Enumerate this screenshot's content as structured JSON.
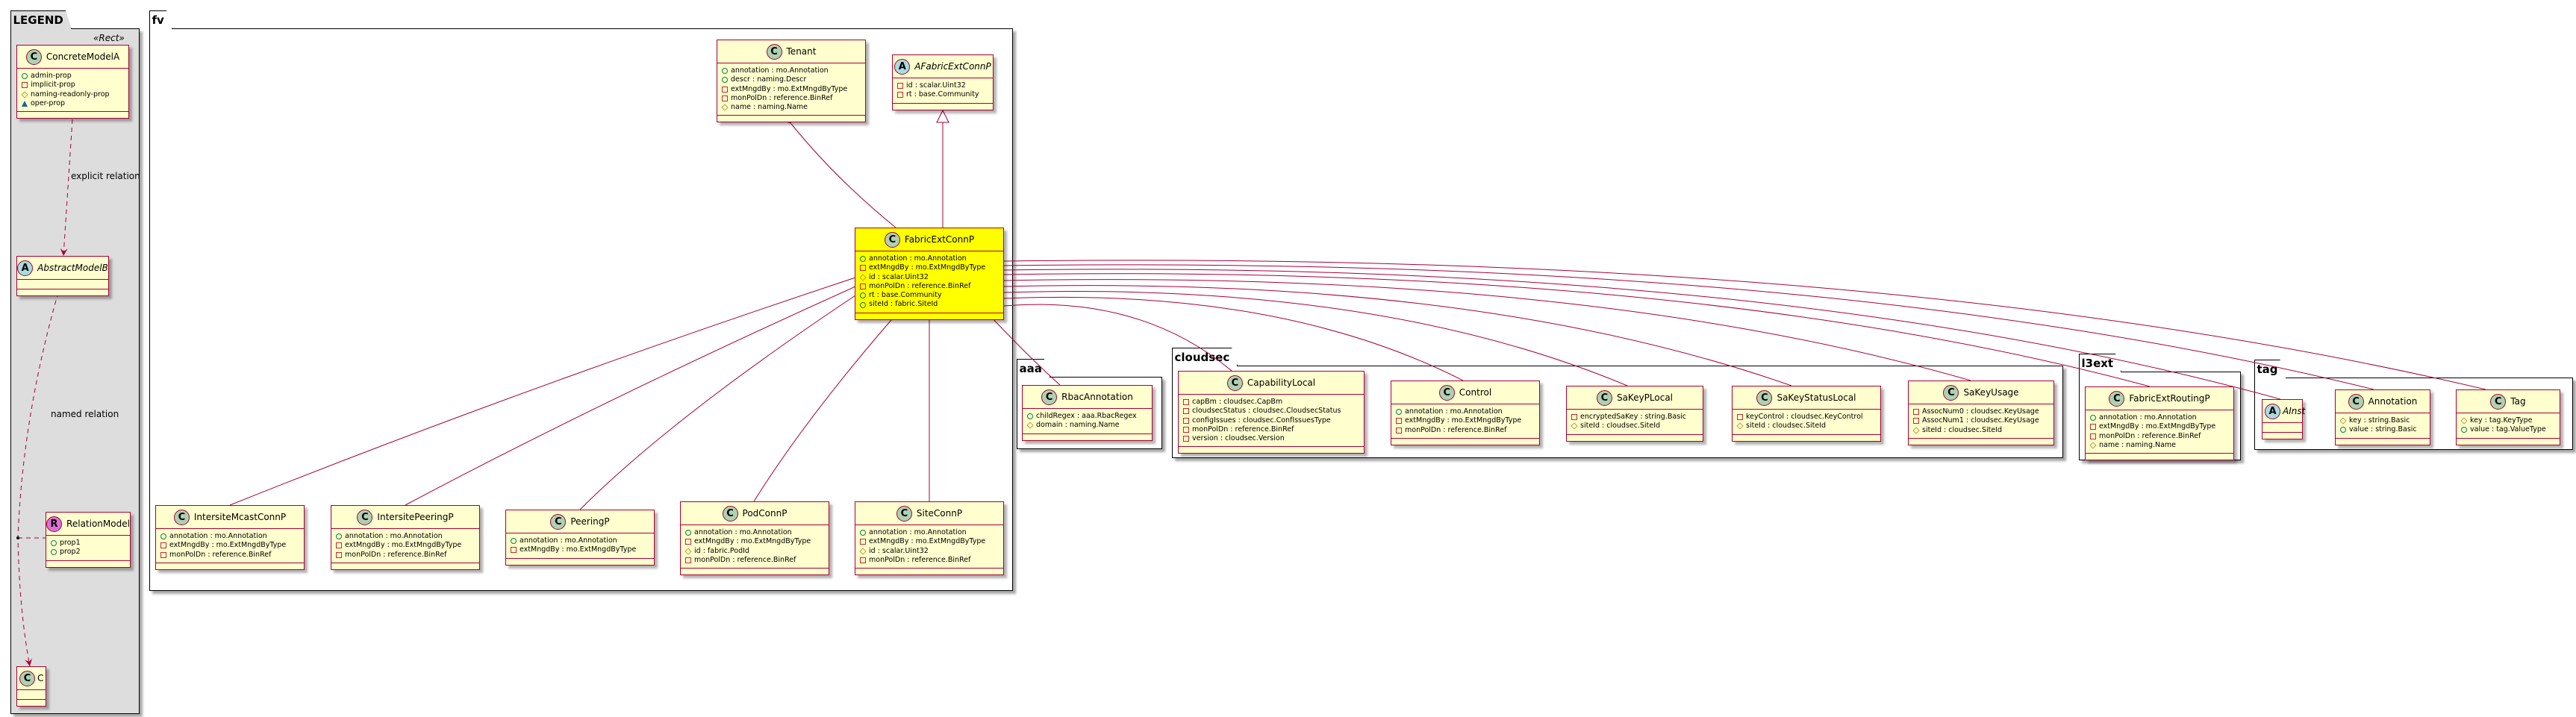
{
  "colors": {
    "border": "#A80036",
    "class_fill": "#FEFECE",
    "highlight_fill": "#FFFF00",
    "legend_fill": "#DDDDDD",
    "kind_C": "#ADD1B2",
    "kind_A": "#A9DCDF",
    "kind_R": "#DA70D6"
  },
  "legend": {
    "package": "LEGEND",
    "stereotype": "«Rect»",
    "explicit_relation": "explicit relation",
    "named_relation": "named relation",
    "classes": [
      {
        "id": "ConcreteModelA",
        "kind": "C",
        "name": "ConcreteModelA",
        "attrs": [
          {
            "vis": "public",
            "text": "admin-prop"
          },
          {
            "vis": "private",
            "text": "implicit-prop"
          },
          {
            "vis": "protected",
            "text": "naming-readonly-prop"
          },
          {
            "vis": "package",
            "text": "oper-prop"
          }
        ]
      },
      {
        "id": "AbstractModelB",
        "kind": "A",
        "name": "AbstractModelB",
        "attrs": []
      },
      {
        "id": "RelationModel",
        "kind": "R",
        "name": "RelationModel",
        "attrs": [
          {
            "vis": "public",
            "text": "prop1"
          },
          {
            "vis": "public",
            "text": "prop2"
          }
        ]
      },
      {
        "id": "C",
        "kind": "C",
        "name": "C",
        "attrs": []
      }
    ]
  },
  "packages": [
    {
      "id": "fv",
      "name": "fv",
      "classes": [
        {
          "id": "Tenant",
          "kind": "C",
          "name": "Tenant",
          "attrs": [
            {
              "vis": "public",
              "text": "annotation : mo.Annotation"
            },
            {
              "vis": "public",
              "text": "descr : naming.Descr"
            },
            {
              "vis": "private",
              "text": "extMngdBy : mo.ExtMngdByType"
            },
            {
              "vis": "private",
              "text": "monPolDn : reference.BinRef"
            },
            {
              "vis": "protected",
              "text": "name : naming.Name"
            }
          ]
        },
        {
          "id": "AFabricExtConnP",
          "kind": "A",
          "name": "AFabricExtConnP",
          "attrs": [
            {
              "vis": "private",
              "text": "id : scalar.Uint32"
            },
            {
              "vis": "private",
              "text": "rt : base.Community"
            }
          ]
        },
        {
          "id": "FabricExtConnP",
          "kind": "C",
          "name": "FabricExtConnP",
          "highlight": true,
          "attrs": [
            {
              "vis": "public",
              "text": "annotation : mo.Annotation"
            },
            {
              "vis": "private",
              "text": "extMngdBy : mo.ExtMngdByType"
            },
            {
              "vis": "protected",
              "text": "id : scalar.Uint32"
            },
            {
              "vis": "private",
              "text": "monPolDn : reference.BinRef"
            },
            {
              "vis": "public",
              "text": "rt : base.Community"
            },
            {
              "vis": "public",
              "text": "siteId : fabric.SiteId"
            }
          ]
        },
        {
          "id": "IntersiteMcastConnP",
          "kind": "C",
          "name": "IntersiteMcastConnP",
          "attrs": [
            {
              "vis": "public",
              "text": "annotation : mo.Annotation"
            },
            {
              "vis": "private",
              "text": "extMngdBy : mo.ExtMngdByType"
            },
            {
              "vis": "private",
              "text": "monPolDn : reference.BinRef"
            }
          ]
        },
        {
          "id": "IntersitePeeringP",
          "kind": "C",
          "name": "IntersitePeeringP",
          "attrs": [
            {
              "vis": "public",
              "text": "annotation : mo.Annotation"
            },
            {
              "vis": "private",
              "text": "extMngdBy : mo.ExtMngdByType"
            },
            {
              "vis": "private",
              "text": "monPolDn : reference.BinRef"
            }
          ]
        },
        {
          "id": "PeeringP",
          "kind": "C",
          "name": "PeeringP",
          "attrs": [
            {
              "vis": "public",
              "text": "annotation : mo.Annotation"
            },
            {
              "vis": "private",
              "text": "extMngdBy : mo.ExtMngdByType"
            }
          ]
        },
        {
          "id": "PodConnP",
          "kind": "C",
          "name": "PodConnP",
          "attrs": [
            {
              "vis": "public",
              "text": "annotation : mo.Annotation"
            },
            {
              "vis": "private",
              "text": "extMngdBy : mo.ExtMngdByType"
            },
            {
              "vis": "protected",
              "text": "id : fabric.PodId"
            },
            {
              "vis": "private",
              "text": "monPolDn : reference.BinRef"
            }
          ]
        },
        {
          "id": "SiteConnP",
          "kind": "C",
          "name": "SiteConnP",
          "attrs": [
            {
              "vis": "public",
              "text": "annotation : mo.Annotation"
            },
            {
              "vis": "private",
              "text": "extMngdBy : mo.ExtMngdByType"
            },
            {
              "vis": "protected",
              "text": "id : scalar.Uint32"
            },
            {
              "vis": "private",
              "text": "monPolDn : reference.BinRef"
            }
          ]
        }
      ]
    },
    {
      "id": "aaa",
      "name": "aaa",
      "classes": [
        {
          "id": "RbacAnnotation",
          "kind": "C",
          "name": "RbacAnnotation",
          "attrs": [
            {
              "vis": "public",
              "text": "childRegex : aaa.RbacRegex"
            },
            {
              "vis": "protected",
              "text": "domain : naming.Name"
            }
          ]
        }
      ]
    },
    {
      "id": "cloudsec",
      "name": "cloudsec",
      "classes": [
        {
          "id": "CapabilityLocal",
          "kind": "C",
          "name": "CapabilityLocal",
          "attrs": [
            {
              "vis": "private",
              "text": "capBm : cloudsec.CapBm"
            },
            {
              "vis": "private",
              "text": "cloudsecStatus : cloudsec.CloudsecStatus"
            },
            {
              "vis": "private",
              "text": "configIssues : cloudsec.ConfIssuesType"
            },
            {
              "vis": "private",
              "text": "monPolDn : reference.BinRef"
            },
            {
              "vis": "private",
              "text": "version : cloudsec.Version"
            }
          ]
        },
        {
          "id": "Control",
          "kind": "C",
          "name": "Control",
          "attrs": [
            {
              "vis": "public",
              "text": "annotation : mo.Annotation"
            },
            {
              "vis": "private",
              "text": "extMngdBy : mo.ExtMngdByType"
            },
            {
              "vis": "private",
              "text": "monPolDn : reference.BinRef"
            }
          ]
        },
        {
          "id": "SaKeyPLocal",
          "kind": "C",
          "name": "SaKeyPLocal",
          "attrs": [
            {
              "vis": "private",
              "text": "encryptedSaKey : string.Basic"
            },
            {
              "vis": "protected",
              "text": "siteId : cloudsec.SiteId"
            }
          ]
        },
        {
          "id": "SaKeyStatusLocal",
          "kind": "C",
          "name": "SaKeyStatusLocal",
          "attrs": [
            {
              "vis": "private",
              "text": "keyControl : cloudsec.KeyControl"
            },
            {
              "vis": "protected",
              "text": "siteId : cloudsec.SiteId"
            }
          ]
        },
        {
          "id": "SaKeyUsage",
          "kind": "C",
          "name": "SaKeyUsage",
          "attrs": [
            {
              "vis": "private",
              "text": "AssocNum0 : cloudsec.KeyUsage"
            },
            {
              "vis": "private",
              "text": "AssocNum1 : cloudsec.KeyUsage"
            },
            {
              "vis": "protected",
              "text": "siteId : cloudsec.SiteId"
            }
          ]
        }
      ]
    },
    {
      "id": "l3ext",
      "name": "l3ext",
      "classes": [
        {
          "id": "FabricExtRoutingP",
          "kind": "C",
          "name": "FabricExtRoutingP",
          "attrs": [
            {
              "vis": "public",
              "text": "annotation : mo.Annotation"
            },
            {
              "vis": "private",
              "text": "extMngdBy : mo.ExtMngdByType"
            },
            {
              "vis": "private",
              "text": "monPolDn : reference.BinRef"
            },
            {
              "vis": "protected",
              "text": "name : naming.Name"
            }
          ]
        }
      ]
    },
    {
      "id": "tag",
      "name": "tag",
      "classes": [
        {
          "id": "AInst",
          "kind": "A",
          "name": "AInst",
          "attrs": []
        },
        {
          "id": "Annotation",
          "kind": "C",
          "name": "Annotation",
          "attrs": [
            {
              "vis": "protected",
              "text": "key : string.Basic"
            },
            {
              "vis": "public",
              "text": "value : string.Basic"
            }
          ]
        },
        {
          "id": "Tag",
          "kind": "C",
          "name": "Tag",
          "attrs": [
            {
              "vis": "protected",
              "text": "key : tag.KeyType"
            },
            {
              "vis": "public",
              "text": "value : tag.ValueType"
            }
          ]
        }
      ]
    }
  ]
}
